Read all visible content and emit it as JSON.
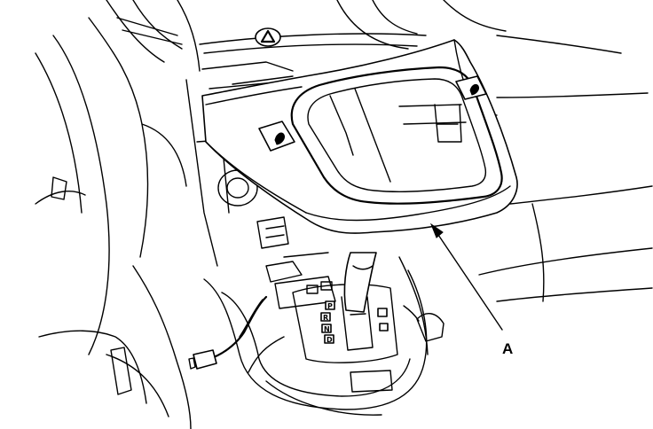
{
  "diagram": {
    "callout_label": "A",
    "gear_positions": [
      "P",
      "R",
      "N",
      "D"
    ],
    "colors": {
      "line": "#000000",
      "background": "#ffffff"
    },
    "icons": [
      "hazard-switch-icon",
      "seat-heater-switch-icon"
    ]
  }
}
